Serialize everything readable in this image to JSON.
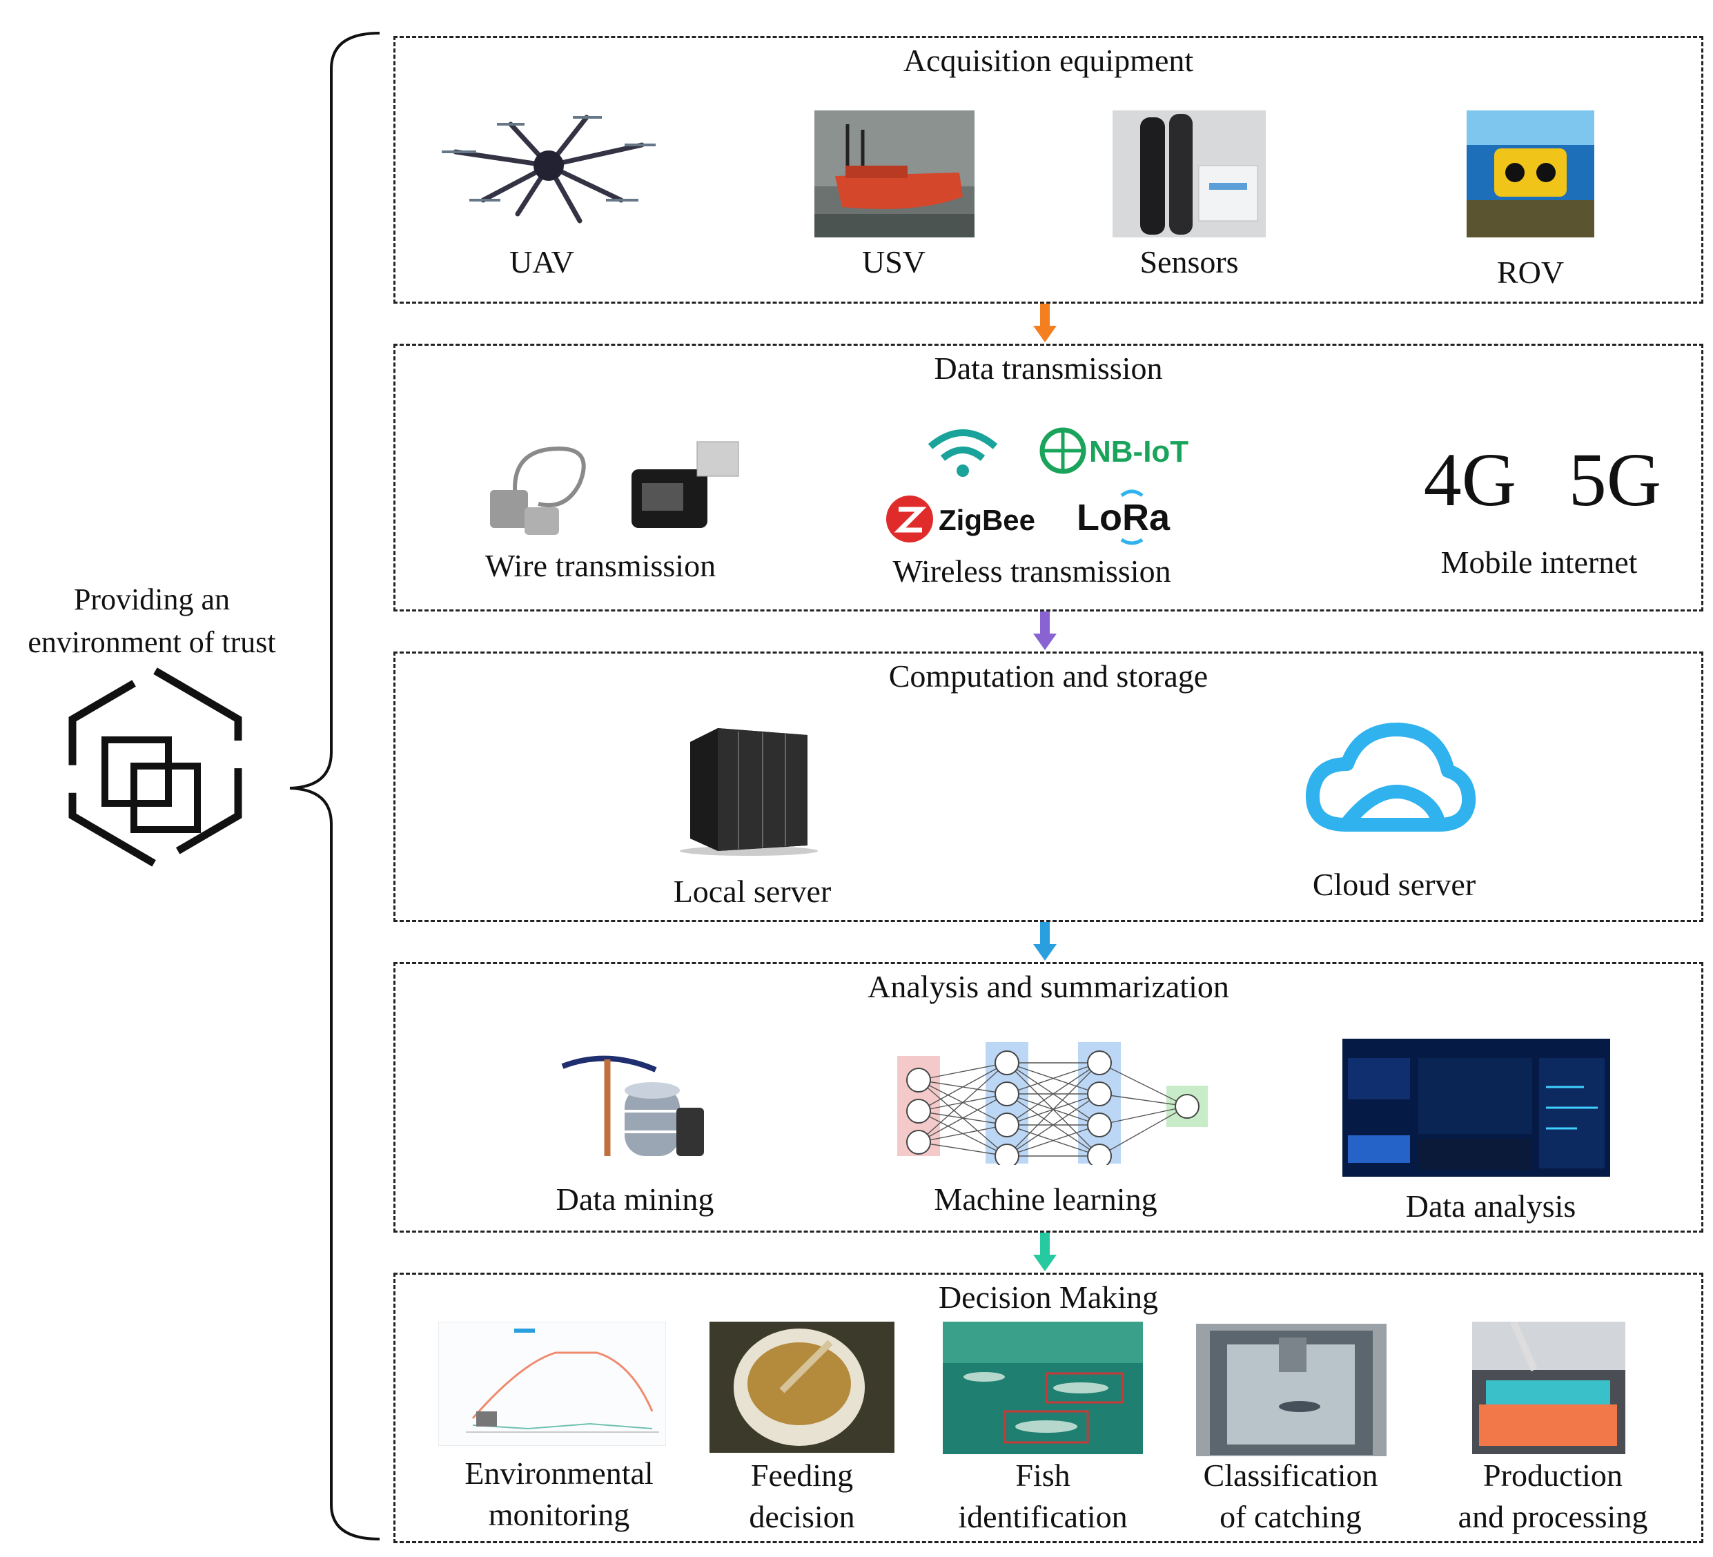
{
  "left": {
    "line1": "Providing an",
    "line2": "environment of trust"
  },
  "acquisition": {
    "title": "Acquisition equipment",
    "uav": "UAV",
    "usv": "USV",
    "sensors": "Sensors",
    "rov": "ROV"
  },
  "transmission": {
    "title": "Data transmission",
    "wire": "Wire transmission",
    "wireless": "Wireless transmission",
    "mobile": "Mobile internet",
    "g4": "4G",
    "g5": "5G",
    "nbiot": "NB-IoT",
    "zigbee": "ZigBee",
    "lora": "LoRa"
  },
  "computation": {
    "title": "Computation and storage",
    "local": "Local server",
    "cloud": "Cloud server"
  },
  "analysis": {
    "title": "Analysis and summarization",
    "mining": "Data mining",
    "ml": "Machine learning",
    "analysis": "Data analysis"
  },
  "decision": {
    "title": "Decision Making",
    "env1": "Environmental",
    "env2": "monitoring",
    "feed1": "Feeding",
    "feed2": "decision",
    "fish1": "Fish",
    "fish2": "identification",
    "class1": "Classification",
    "class2": "of catching",
    "prod1": "Production",
    "prod2": "and processing"
  },
  "colors": {
    "arrow1": "#f47f20",
    "arrow2": "#8a63d2",
    "arrow3": "#2a9fe0",
    "arrow4": "#26c9a0",
    "cloud": "#2fb2ee",
    "wifi": "#1aa39a",
    "zigbee_red": "#e02b2b"
  }
}
